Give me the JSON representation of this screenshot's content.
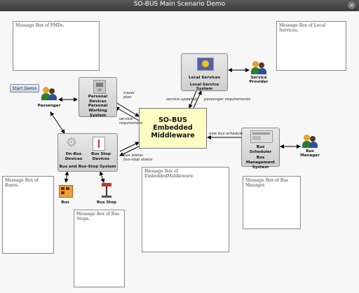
{
  "window": {
    "title": "SO-BUS Main Scenario Demo",
    "close_glyph": "×"
  },
  "start_button": {
    "label": "Start Demo"
  },
  "message_boxes": {
    "pmd": "Message Box of PMDs.",
    "local_services": "Message Box of Local Services.",
    "buses": "Message Box of Buses.",
    "bus_stops": "Message Box of Bus Stops.",
    "middleware": "Message Box of EmbeddedMiddleware.",
    "bus_manager": "Message Box of Bus Manager."
  },
  "middleware": {
    "line1": "SO-BUS",
    "line2": "Embedded",
    "line3": "Middleware"
  },
  "nodes": {
    "personal": {
      "name": "Personal",
      "name2": "Devices",
      "system": "Personal Working",
      "system2": "System"
    },
    "local": {
      "name": "Local Services",
      "system": "Local Service System"
    },
    "bus_system": {
      "onbus": "On-Bus",
      "onbus2": "Devices",
      "busstop": "Bus  Stop",
      "busstop2": "Devices",
      "system": "Bus and Bus-Stop System"
    },
    "management": {
      "name": "Bus",
      "name2": "Scheduler",
      "system": "Bus Management",
      "system2": "System"
    }
  },
  "actors": {
    "passenger": "Passenger",
    "service_provider": "Service",
    "service_provider2": "Provider",
    "bus_manager": "Bus",
    "bus_manager2": "Manager",
    "bus": "Bus",
    "bus_stop": "Bus Stop"
  },
  "edge_labels": {
    "travel_plan": "travel",
    "travel_plan2": "plan",
    "service_requirement": "service",
    "service_requirement2": "requirement",
    "service_updated": "service updated",
    "passenger_requirements": "passenger requirements",
    "new_bus_schedule": "new bus schedule",
    "bus_status": "bus status",
    "bus_stop_status": "bus-stop status"
  },
  "colors": {
    "middleware_fill": "#fffcc4",
    "node_fill": "#d9d9d9",
    "titlebar": "#3f3f3f"
  }
}
